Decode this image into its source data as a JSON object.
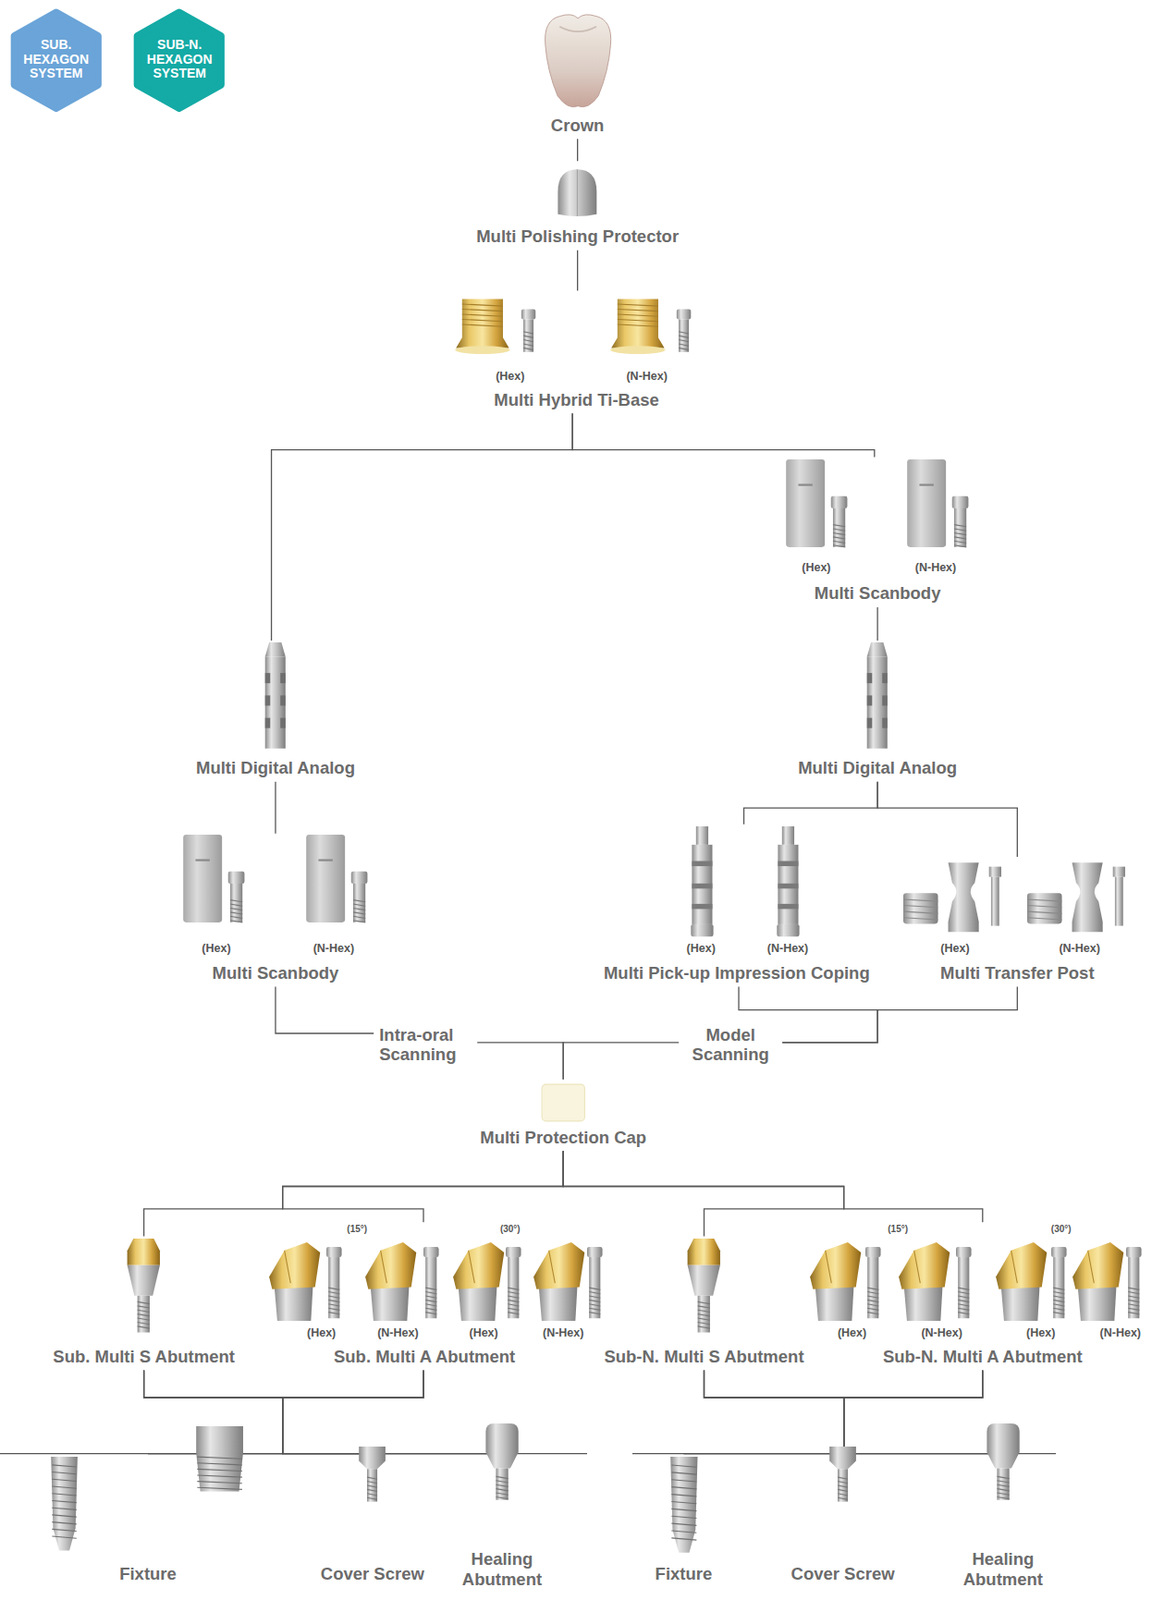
{
  "diagram": {
    "nodes": [
      {
        "text": [
          "SUB. HEXAGON SYSTEM"
        ]
      },
      {
        "text": [
          "SUB-N. HEXAGON SYSTEM"
        ]
      },
      {
        "text": [
          "Crown"
        ]
      },
      {
        "text": [
          "Multi Polishing Protector"
        ]
      },
      {
        "text": [
          "(Hex)",
          "(N-Hex)",
          "Multi Hybrid Ti-Base"
        ]
      },
      {
        "text": [
          "(Hex)",
          "(N-Hex)",
          "Multi Scanbody"
        ]
      },
      {
        "text": [
          "Multi Digital Analog"
        ]
      },
      {
        "text": [
          "Multi Digital Analog"
        ]
      },
      {
        "text": [
          "(Hex)",
          "(N-Hex)",
          "Multi Scanbody"
        ]
      },
      {
        "text": [
          "(Hex)",
          "(N-Hex)",
          "Multi Pick-up Impression Coping"
        ]
      },
      {
        "text": [
          "(Hex)",
          "(N-Hex)",
          "Multi Transfer Post"
        ]
      },
      {
        "text": [
          "Intra-oral Scanning"
        ]
      },
      {
        "text": [
          "Model Scanning"
        ]
      },
      {
        "text": [
          "Multi Protection Cap"
        ]
      },
      {
        "text": [
          "Sub. Multi S Abutment"
        ]
      },
      {
        "text": [
          "(15°)",
          "(30°)",
          "(Hex)",
          "(N-Hex)",
          "(Hex)",
          "(N-Hex)",
          "Sub. Multi A Abutment"
        ]
      },
      {
        "text": [
          "Sub-N. Multi S Abutment"
        ]
      },
      {
        "text": [
          "(15°)",
          "(30°)",
          "(Hex)",
          "(N-Hex)",
          "(Hex)",
          "(N-Hex)",
          "Sub-N. Multi A Abutment"
        ]
      },
      {
        "text": [
          "Fixture"
        ]
      },
      {
        "text": [
          "Cover Screw"
        ]
      },
      {
        "text": [
          "Healing Abutment"
        ]
      },
      {
        "text": [
          "Fixture"
        ]
      },
      {
        "text": [
          "Cover Screw"
        ]
      },
      {
        "text": [
          "Healing Abutment"
        ]
      }
    ],
    "edges": [
      {
        "from": 2,
        "to": 3,
        "arrow": "none"
      },
      {
        "from": 3,
        "to": 4,
        "arrow": "none"
      },
      {
        "from": 4,
        "to": 6,
        "arrow": "none"
      },
      {
        "from": 4,
        "to": 5,
        "arrow": "none"
      },
      {
        "from": 5,
        "to": 7,
        "arrow": "none"
      },
      {
        "from": 6,
        "to": 8,
        "arrow": "none"
      },
      {
        "from": 7,
        "to": 9,
        "arrow": "none"
      },
      {
        "from": 7,
        "to": 10,
        "arrow": "none"
      },
      {
        "from": 8,
        "to": 11,
        "arrow": "none"
      },
      {
        "from": 9,
        "to": 12,
        "arrow": "none"
      },
      {
        "from": 10,
        "to": 12,
        "arrow": "none"
      },
      {
        "from": 11,
        "to": 13,
        "arrow": "none"
      },
      {
        "from": 12,
        "to": 13,
        "arrow": "none"
      },
      {
        "from": 13,
        "to": 14,
        "arrow": "none"
      },
      {
        "from": 13,
        "to": 15,
        "arrow": "none"
      },
      {
        "from": 13,
        "to": 16,
        "arrow": "none"
      },
      {
        "from": 13,
        "to": 17,
        "arrow": "none"
      },
      {
        "from": 14,
        "to": 18,
        "arrow": "none"
      },
      {
        "from": 14,
        "to": 19,
        "arrow": "none"
      },
      {
        "from": 14,
        "to": 20,
        "arrow": "none"
      },
      {
        "from": 15,
        "to": 18,
        "arrow": "none"
      },
      {
        "from": 15,
        "to": 19,
        "arrow": "none"
      },
      {
        "from": 15,
        "to": 20,
        "arrow": "none"
      },
      {
        "from": 16,
        "to": 21,
        "arrow": "none"
      },
      {
        "from": 16,
        "to": 22,
        "arrow": "none"
      },
      {
        "from": 16,
        "to": 23,
        "arrow": "none"
      },
      {
        "from": 17,
        "to": 21,
        "arrow": "none"
      },
      {
        "from": 17,
        "to": 22,
        "arrow": "none"
      },
      {
        "from": 17,
        "to": 23,
        "arrow": "none"
      }
    ]
  }
}
